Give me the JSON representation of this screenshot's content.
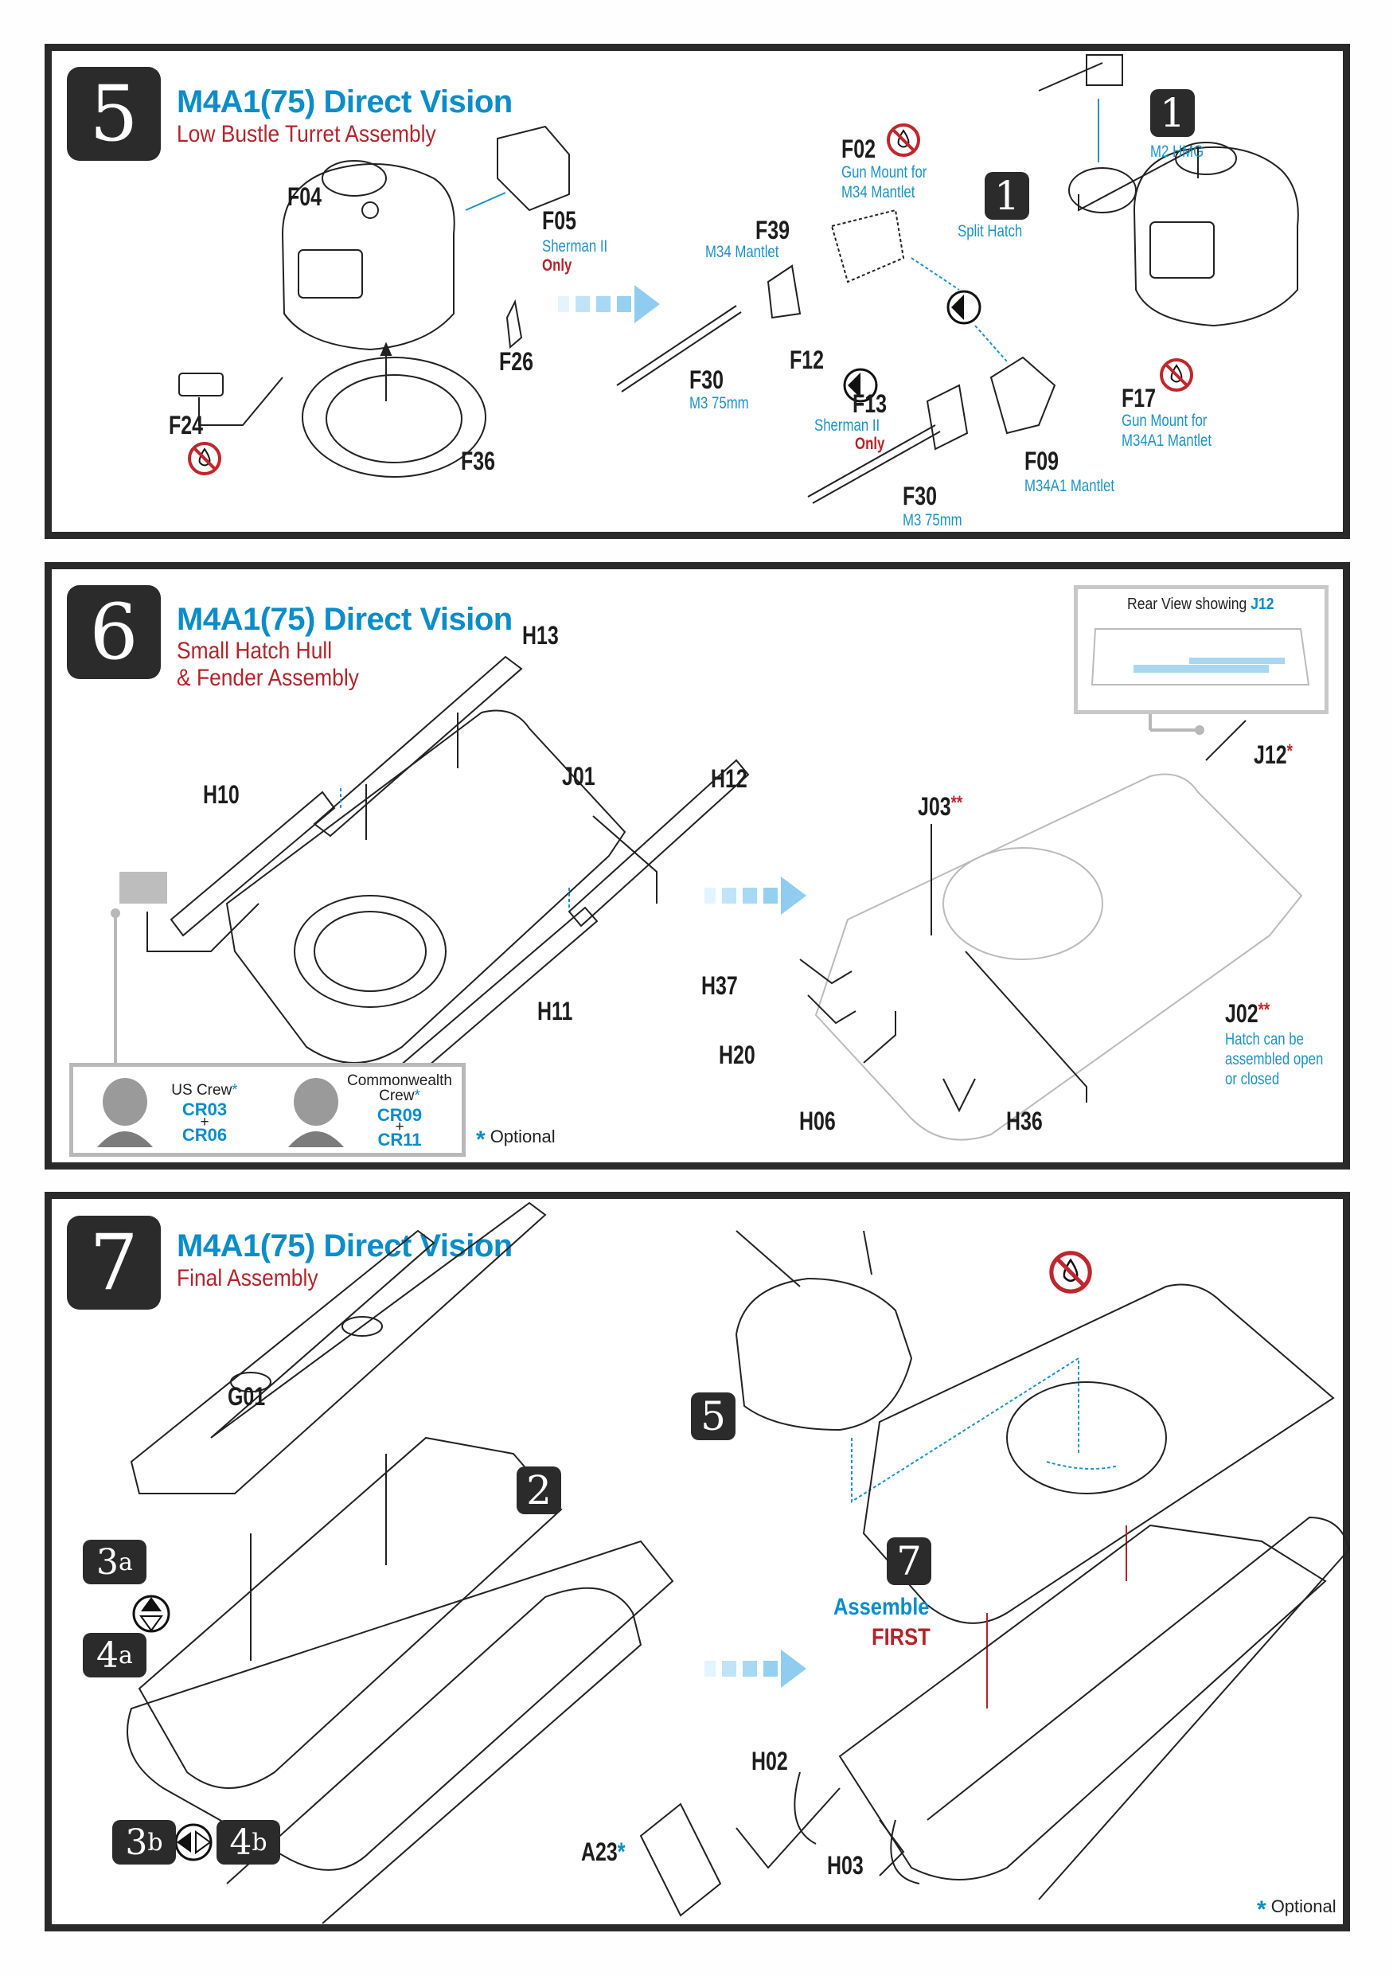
{
  "colors": {
    "title_blue": "#0a8dc8",
    "subtitle_red": "#b3242b",
    "badge_dark": "#2b2b2b",
    "border_dark": "#2a2a2a",
    "flow_arrow_blue": "#8ecdf0"
  },
  "steps": [
    {
      "number": "5",
      "title": "M4A1(75) Direct Vision",
      "subtitle_lines": [
        "Low Bustle Turret Assembly"
      ],
      "parts": {
        "F04": "F04",
        "F05": "F05",
        "F05_note": "Sherman II",
        "F05_only": "Only",
        "F26": "F26",
        "F24": "F24",
        "F36": "F36",
        "F39": "F39",
        "F39_note": "M34 Mantlet",
        "F02": "F02",
        "F02_note_1": "Gun Mount for",
        "F02_note_2": "M34 Mantlet",
        "F12": "F12",
        "F30a": "F30",
        "F30a_note": "M3 75mm",
        "F13": "F13",
        "F13_note": "Sherman II",
        "F13_only": "Only",
        "F17": "F17",
        "F17_note_1": "Gun Mount for",
        "F17_note_2": "M34A1 Mantlet",
        "F09": "F09",
        "F09_note": "M34A1 Mantlet",
        "F30b": "F30",
        "F30b_note": "M3 75mm"
      },
      "sub_steps": {
        "split_hatch_badge": "1",
        "split_hatch_label": "Split Hatch",
        "m2hmg_badge": "1",
        "m2hmg_label": "M2 HMG"
      },
      "icons": [
        "no-glue-icon",
        "flow-arrow-icon",
        "alternative-icon"
      ]
    },
    {
      "number": "6",
      "title": "M4A1(75) Direct Vision",
      "subtitle_lines": [
        "Small Hatch Hull",
        "& Fender Assembly"
      ],
      "parts": {
        "H13": "H13",
        "H10": "H10",
        "J01": "J01",
        "H12": "H12",
        "H11": "H11",
        "J03": "J03",
        "J03_mark": "**",
        "J12": "J12",
        "J12_mark": "*",
        "H37": "H37",
        "H20": "H20",
        "H06": "H06",
        "H36": "H36",
        "J02": "J02",
        "J02_mark": "**",
        "J02_note_1": "Hatch can be",
        "J02_note_2": "assembled open",
        "J02_note_3": "or closed"
      },
      "rear_view": {
        "label": "Rear View showing ",
        "part": "J12"
      },
      "crew": [
        {
          "label_lines": [
            "US Crew"
          ],
          "mark": "*",
          "codes": [
            "CR03",
            "+",
            "CR06"
          ]
        },
        {
          "label_lines": [
            "Commonwealth",
            "Crew"
          ],
          "mark": "*",
          "codes": [
            "CR09",
            "+",
            "CR11"
          ]
        }
      ],
      "optional_note": {
        "mark": "*",
        "text": "Optional"
      }
    },
    {
      "number": "7",
      "title": "M4A1(75) Direct Vision",
      "subtitle_lines": [
        "Final Assembly"
      ],
      "parts": {
        "G01": "G01",
        "H02": "H02",
        "H03": "H03",
        "A23": "A23",
        "A23_mark": "*"
      },
      "ref_badges": {
        "step2": "2",
        "step3a": "3",
        "step3a_sub": "a",
        "step4a": "4",
        "step4a_sub": "a",
        "step3b": "3",
        "step3b_sub": "b",
        "step4b": "4",
        "step4b_sub": "b",
        "step5": "5",
        "step7": "7"
      },
      "assemble_first": {
        "line1": "Assemble",
        "line2": "FIRST"
      },
      "optional_note": {
        "mark": "*",
        "text": "Optional"
      }
    }
  ]
}
